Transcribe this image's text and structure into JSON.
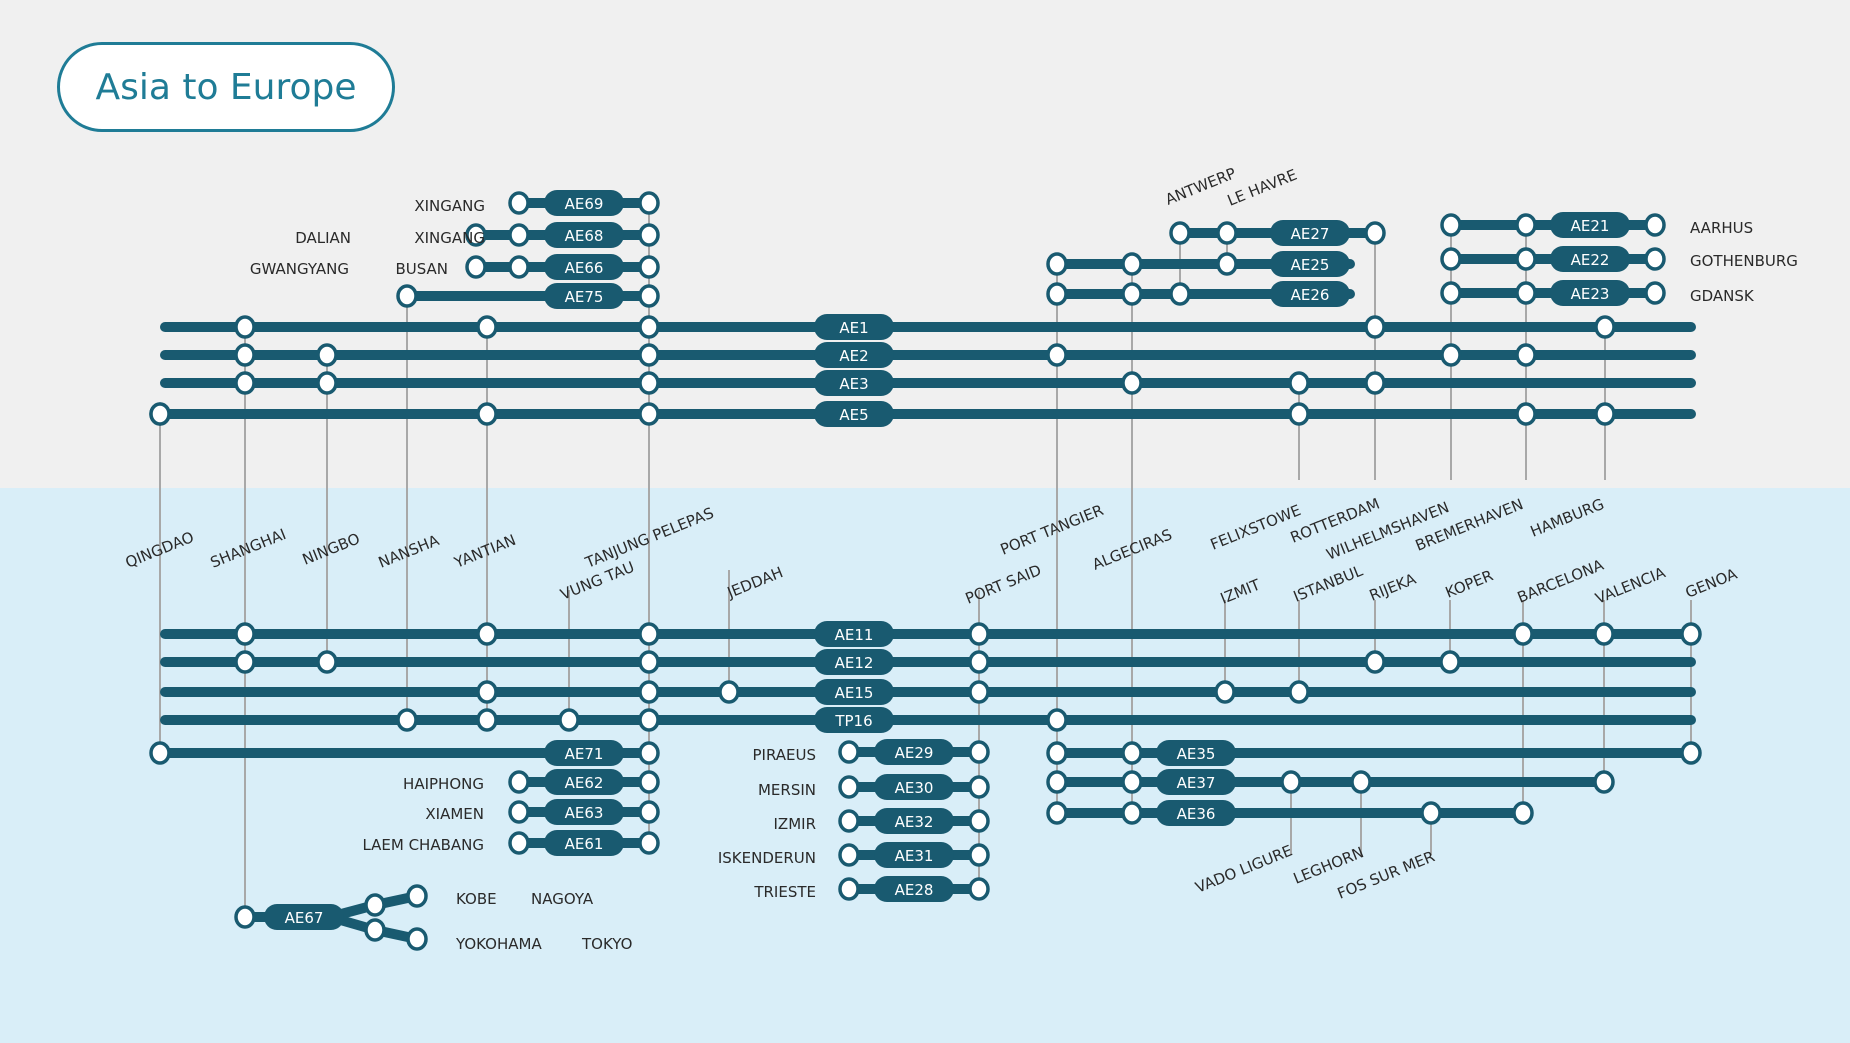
{
  "title": "Asia to Europe",
  "colors": {
    "line": "#195a70",
    "title": "#1f7c96",
    "top_bg": "#f0f0f0",
    "bottom_bg": "#d9eef8"
  },
  "ports_asia": [
    "QINGDAO",
    "SHANGHAI",
    "NINGBO",
    "NANSHA",
    "YANTIAN",
    "VUNG TAU",
    "TANJUNG PELEPAS",
    "JEDDAH"
  ],
  "ports_europe_upper": [
    "PORT TANGIER",
    "ALGECIRAS",
    "FELIXSTOWE",
    "ROTTERDAM",
    "WILHELMSHAVEN",
    "BREMERHAVEN",
    "HAMBURG"
  ],
  "ports_europe_lower": [
    "PORT SAID",
    "IZMIT",
    "ISTANBUL",
    "RIJEKA",
    "KOPER",
    "BARCELONA",
    "VALENCIA",
    "GENOA"
  ],
  "ports_europe_bottom": [
    "VADO LIGURE",
    "LEGHORN",
    "FOS SUR MER"
  ],
  "ports_north": [
    "ANTWERP",
    "LE HAVRE"
  ],
  "feeder_labels": {
    "AE69": [
      "XINGANG"
    ],
    "AE68": [
      "DALIAN",
      "XINGANG"
    ],
    "AE66": [
      "GWANGYANG",
      "BUSAN"
    ],
    "AE21": [
      "AARHUS"
    ],
    "AE22": [
      "GOTHENBURG"
    ],
    "AE23": [
      "GDANSK"
    ],
    "AE62": [
      "HAIPHONG"
    ],
    "AE63": [
      "XIAMEN"
    ],
    "AE61": [
      "LAEM CHABANG"
    ],
    "AE29": [
      "PIRAEUS"
    ],
    "AE30": [
      "MERSIN"
    ],
    "AE32": [
      "IZMIR"
    ],
    "AE31": [
      "ISKENDERUN"
    ],
    "AE28": [
      "TRIESTE"
    ],
    "AE67": [
      "KOBE",
      "NAGOYA",
      "YOKOHAMA",
      "TOKYO"
    ]
  },
  "services": [
    {
      "code": "AE69",
      "stops": [
        "XINGANG",
        "TANJUNG PELEPAS"
      ]
    },
    {
      "code": "AE68",
      "stops": [
        "DALIAN",
        "XINGANG",
        "TANJUNG PELEPAS"
      ]
    },
    {
      "code": "AE66",
      "stops": [
        "GWANGYANG",
        "BUSAN",
        "TANJUNG PELEPAS"
      ]
    },
    {
      "code": "AE75",
      "stops": [
        "NANSHA",
        "TANJUNG PELEPAS"
      ]
    },
    {
      "code": "AE1",
      "stops": [
        "SHANGHAI",
        "YANTIAN",
        "TANJUNG PELEPAS",
        "ROTTERDAM",
        "HAMBURG"
      ]
    },
    {
      "code": "AE2",
      "stops": [
        "SHANGHAI",
        "NINGBO",
        "TANJUNG PELEPAS",
        "PORT TANGIER",
        "WILHELMSHAVEN",
        "BREMERHAVEN"
      ]
    },
    {
      "code": "AE3",
      "stops": [
        "SHANGHAI",
        "NINGBO",
        "TANJUNG PELEPAS",
        "ALGECIRAS",
        "FELIXSTOWE",
        "ROTTERDAM"
      ]
    },
    {
      "code": "AE5",
      "stops": [
        "QINGDAO",
        "YANTIAN",
        "TANJUNG PELEPAS",
        "FELIXSTOWE",
        "BREMERHAVEN",
        "HAMBURG"
      ]
    },
    {
      "code": "AE27",
      "stops": [
        "ANTWERP",
        "LE HAVRE",
        "ROTTERDAM"
      ]
    },
    {
      "code": "AE25",
      "stops": [
        "PORT TANGIER",
        "ALGECIRAS",
        "LE HAVRE"
      ]
    },
    {
      "code": "AE26",
      "stops": [
        "PORT TANGIER",
        "ALGECIRAS",
        "ANTWERP"
      ]
    },
    {
      "code": "AE21",
      "stops": [
        "WILHELMSHAVEN",
        "BREMERHAVEN",
        "AARHUS"
      ]
    },
    {
      "code": "AE22",
      "stops": [
        "WILHELMSHAVEN",
        "BREMERHAVEN",
        "GOTHENBURG"
      ]
    },
    {
      "code": "AE23",
      "stops": [
        "WILHELMSHAVEN",
        "BREMERHAVEN",
        "GDANSK"
      ]
    },
    {
      "code": "AE11",
      "stops": [
        "SHANGHAI",
        "YANTIAN",
        "TANJUNG PELEPAS",
        "PORT SAID",
        "BARCELONA",
        "VALENCIA",
        "GENOA"
      ]
    },
    {
      "code": "AE12",
      "stops": [
        "SHANGHAI",
        "NINGBO",
        "TANJUNG PELEPAS",
        "PORT SAID",
        "RIJEKA",
        "KOPER"
      ]
    },
    {
      "code": "AE15",
      "stops": [
        "YANTIAN",
        "TANJUNG PELEPAS",
        "JEDDAH",
        "PORT SAID",
        "IZMIT",
        "ISTANBUL"
      ]
    },
    {
      "code": "TP16",
      "stops": [
        "NANSHA",
        "YANTIAN",
        "VUNG TAU",
        "TANJUNG PELEPAS",
        "PORT TANGIER"
      ]
    },
    {
      "code": "AE71",
      "stops": [
        "QINGDAO",
        "TANJUNG PELEPAS"
      ]
    },
    {
      "code": "AE62",
      "stops": [
        "HAIPHONG",
        "TANJUNG PELEPAS"
      ]
    },
    {
      "code": "AE63",
      "stops": [
        "XIAMEN",
        "TANJUNG PELEPAS"
      ]
    },
    {
      "code": "AE61",
      "stops": [
        "LAEM CHABANG",
        "TANJUNG PELEPAS"
      ]
    },
    {
      "code": "AE29",
      "stops": [
        "PIRAEUS",
        "PORT SAID"
      ]
    },
    {
      "code": "AE30",
      "stops": [
        "MERSIN",
        "PORT SAID"
      ]
    },
    {
      "code": "AE32",
      "stops": [
        "IZMIR",
        "PORT SAID"
      ]
    },
    {
      "code": "AE31",
      "stops": [
        "ISKENDERUN",
        "PORT SAID"
      ]
    },
    {
      "code": "AE28",
      "stops": [
        "TRIESTE",
        "PORT SAID"
      ]
    },
    {
      "code": "AE35",
      "stops": [
        "PORT TANGIER",
        "ALGECIRAS",
        "GENOA"
      ]
    },
    {
      "code": "AE37",
      "stops": [
        "PORT TANGIER",
        "ALGECIRAS",
        "VADO LIGURE",
        "LEGHORN",
        "VALENCIA"
      ]
    },
    {
      "code": "AE36",
      "stops": [
        "PORT TANGIER",
        "ALGECIRAS",
        "FOS SUR MER",
        "BARCELONA"
      ]
    },
    {
      "code": "AE67",
      "stops": [
        "SHANGHAI",
        "KOBE",
        "NAGOYA",
        "YOKOHAMA",
        "TOKYO"
      ]
    }
  ]
}
